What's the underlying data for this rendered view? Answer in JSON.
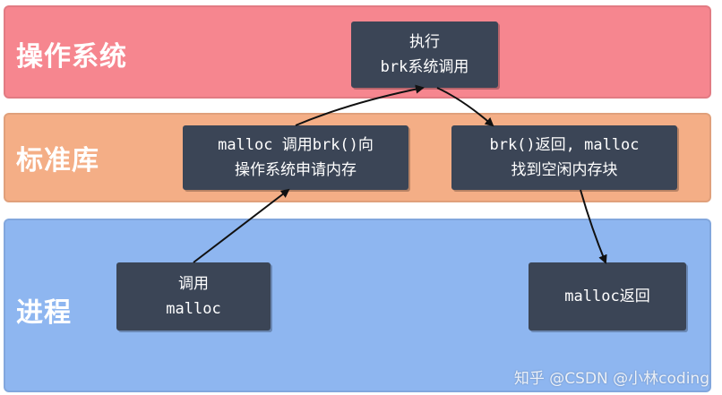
{
  "layers": {
    "os": {
      "label": "操作系统",
      "color": "#f6868f"
    },
    "lib": {
      "label": "标准库",
      "color": "#f4ae86"
    },
    "proc": {
      "label": "进程",
      "color": "#8eb6f0"
    }
  },
  "boxes": {
    "os_exec": {
      "line1": "执行",
      "line2": "brk系统调用"
    },
    "lib_request": {
      "line1": "malloc 调用brk()向",
      "line2": "操作系统申请内存"
    },
    "lib_return": {
      "line1": "brk()返回, malloc",
      "line2": "找到空闲内存块"
    },
    "proc_call": {
      "line1": "调用",
      "line2": "malloc"
    },
    "proc_return": {
      "line1": "malloc返回"
    }
  },
  "box_color": "#3b4556",
  "watermark": "知乎 @CSDN @小林coding"
}
